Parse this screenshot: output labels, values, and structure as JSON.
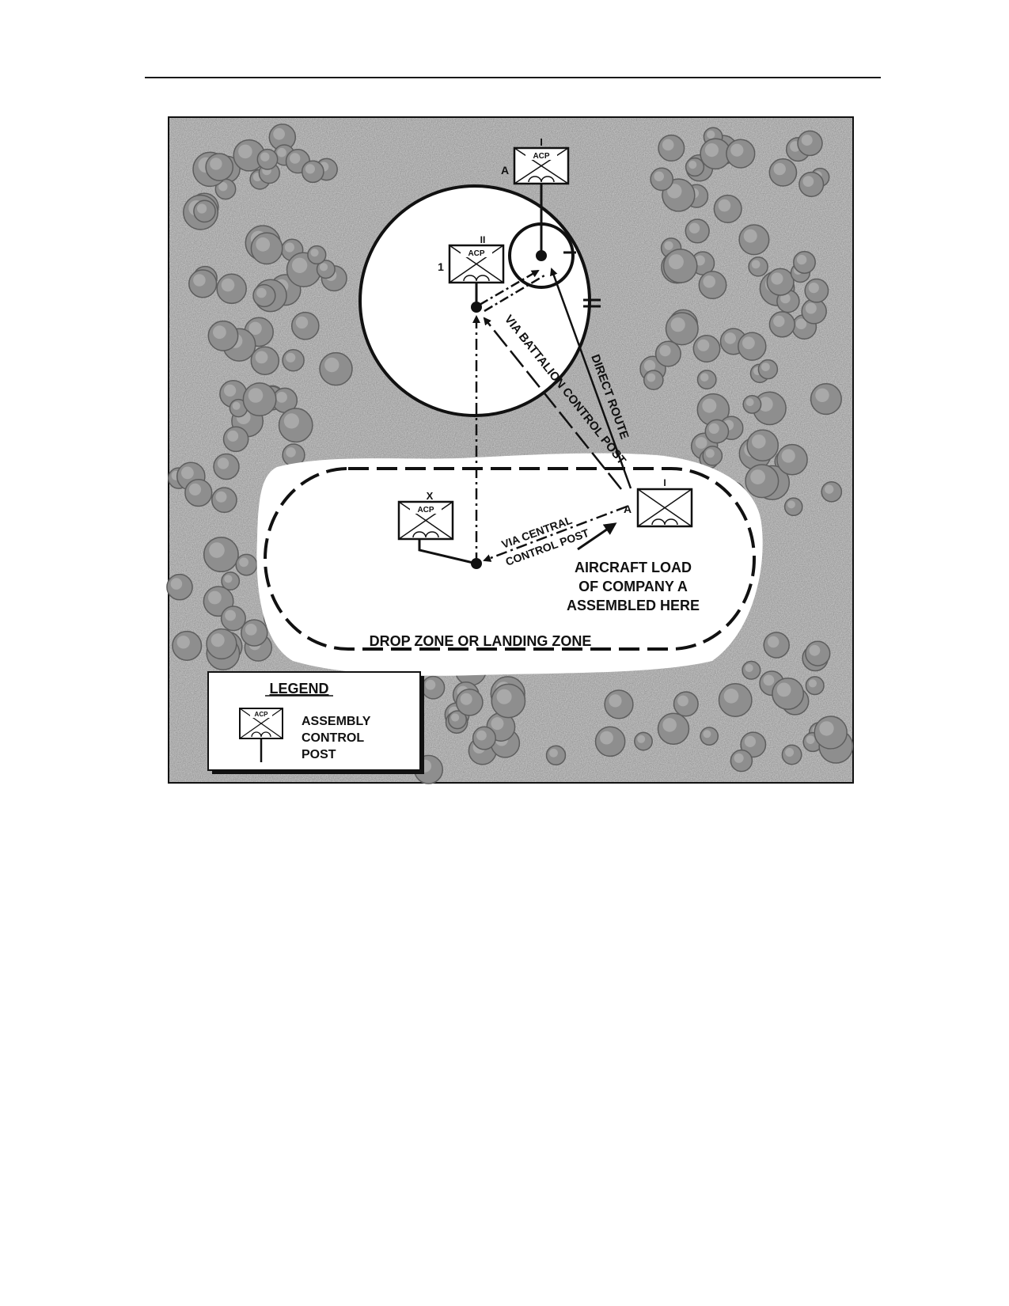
{
  "symbol": {
    "code": "ACP"
  },
  "posts": {
    "brigade_echelon": "X",
    "battalion_echelon": "II",
    "battalion_designation": "1",
    "company_echelon": "I",
    "company_designation": "A",
    "load_echelon": "I",
    "load_designation": "A"
  },
  "routes": {
    "direct": "DIRECT ROUTE",
    "via_battalion": "VIA BATTALION CONTROL POST",
    "via_central_1": "VIA CENTRAL",
    "via_central_2": "CONTROL POST"
  },
  "annotation": {
    "line1": "AIRCRAFT LOAD",
    "line2": "OF COMPANY A",
    "line3": "ASSEMBLED HERE"
  },
  "zone": {
    "label": "DROP ZONE OR LANDING ZONE"
  },
  "legend": {
    "title": "LEGEND",
    "entry_line1": "ASSEMBLY",
    "entry_line2": "CONTROL",
    "entry_line3": "POST"
  },
  "colors": {
    "terrain": "#d2d2d2",
    "tree": "#8e8e8e",
    "ink": "#111111",
    "clearing": "#ffffff"
  }
}
